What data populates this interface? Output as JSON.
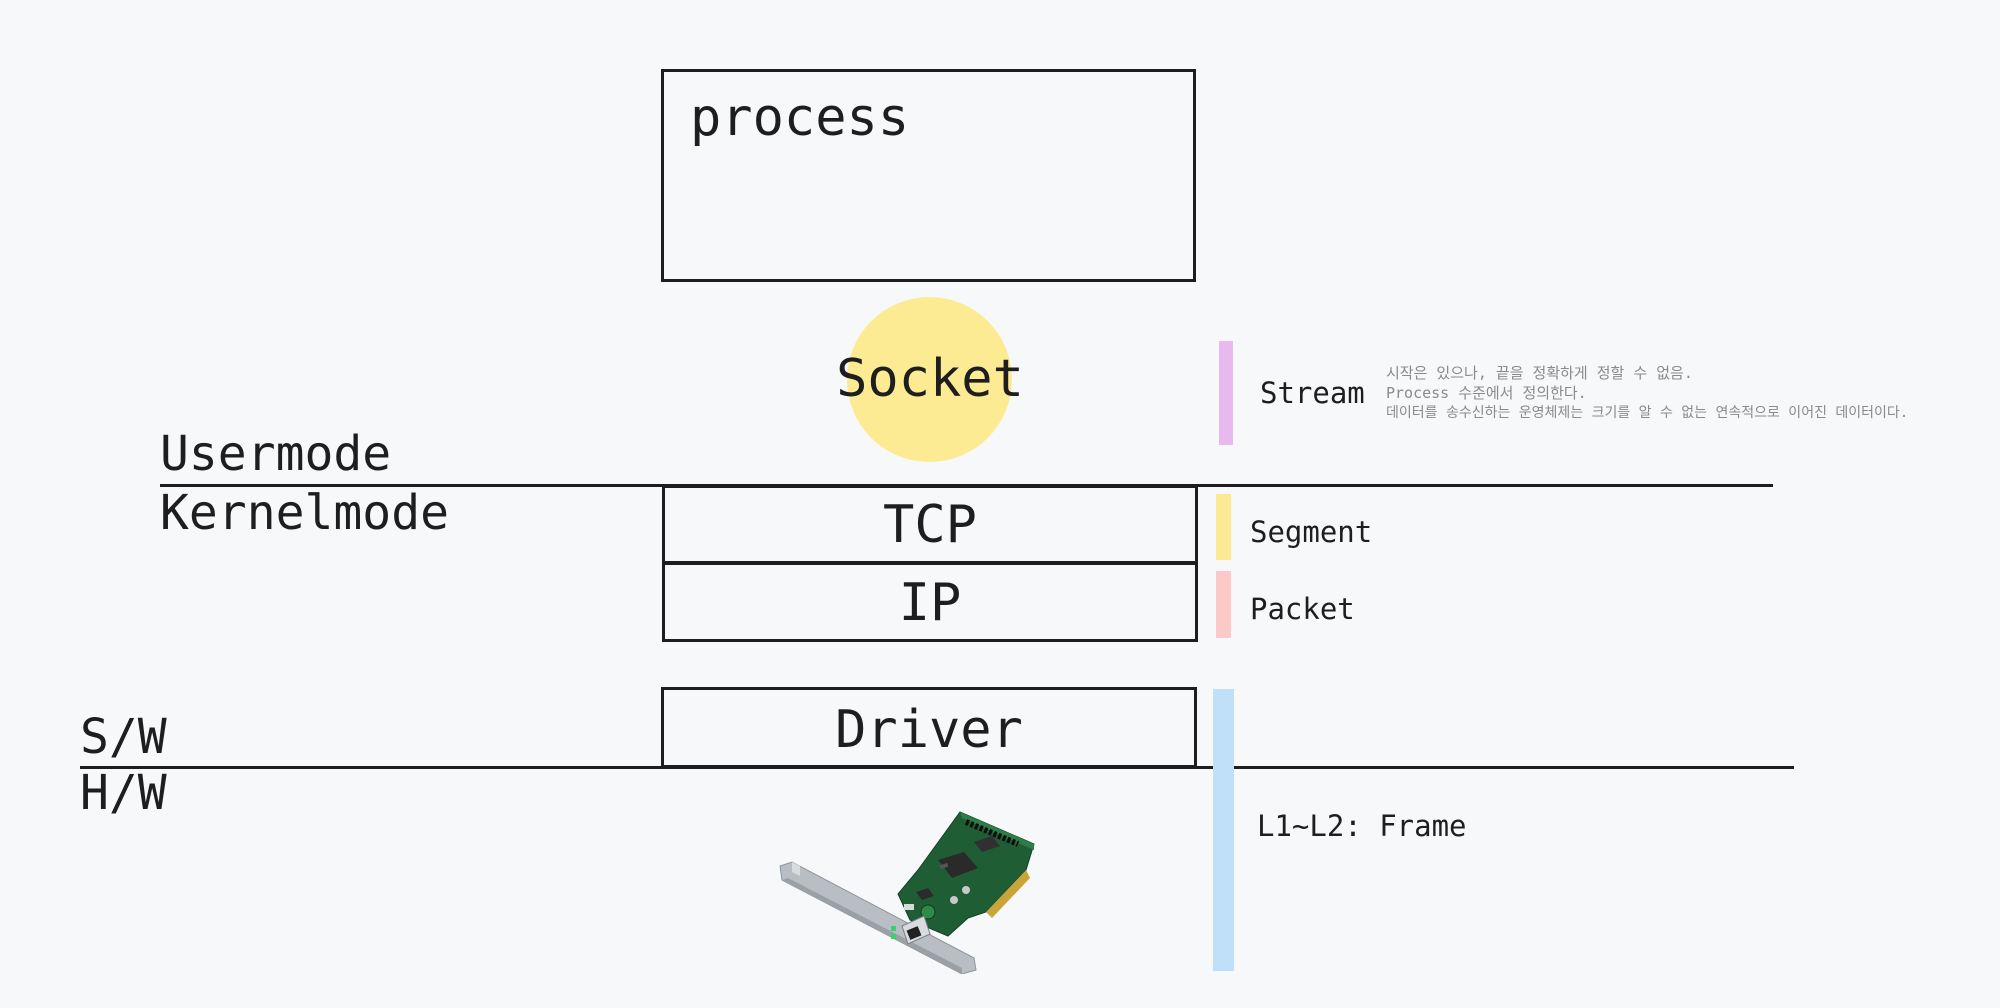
{
  "process": {
    "label": "process"
  },
  "socket": {
    "label": "Socket",
    "color": "#fdeb94"
  },
  "modes": {
    "user": "Usermode",
    "kernel": "Kernelmode"
  },
  "layers": {
    "sw": "S/W",
    "hw": "H/W"
  },
  "stack": {
    "tcp": "TCP",
    "ip": "IP",
    "driver": "Driver"
  },
  "units": {
    "stream": {
      "label": "Stream",
      "color": "#e8b9ef"
    },
    "segment": {
      "label": "Segment",
      "color": "#fbe994"
    },
    "packet": {
      "label": "Packet",
      "color": "#fcc9c9"
    },
    "frame": {
      "label": "L1~L2: Frame",
      "color": "#bfe0f8"
    }
  },
  "stream_notes": [
    "시작은 있으나, 끝을 정확하게 정할 수 없음.",
    "Process 수준에서 정의한다.",
    "데이터를 송수신하는 운영체제는 크기를 알 수 없는 연속적으로 이어진 데이터이다."
  ],
  "nic": {
    "icon": "network-card-icon"
  }
}
